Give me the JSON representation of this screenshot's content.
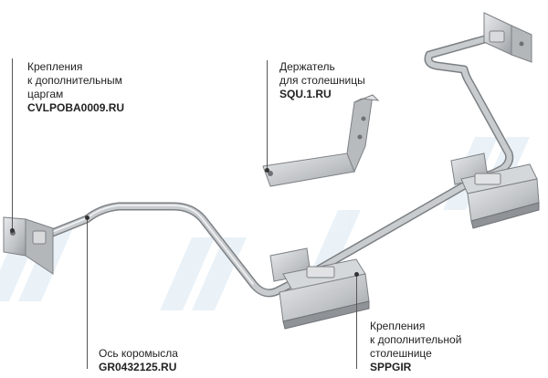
{
  "callouts": {
    "side_mounts": {
      "lines": [
        "Крепления",
        "к дополнительным",
        "царгам"
      ],
      "code": "CVLPOBA0009.RU"
    },
    "top_holder": {
      "lines": [
        "Держатель",
        "для столешницы"
      ],
      "code": "SQU.1.RU"
    },
    "axis": {
      "lines": [
        "Ось коромысла"
      ],
      "code": "GR0432125.RU"
    },
    "extra_mounts": {
      "lines": [
        "Крепления",
        "к дополнительной",
        "столешнице"
      ],
      "code": "SPPGIR"
    }
  },
  "colors": {
    "metal": "#c4c7ca",
    "metal_dark": "#8e9296",
    "metal_light": "#eef0f1",
    "text": "#222222",
    "leader": "#555555",
    "watermark": "#e3eef6"
  }
}
